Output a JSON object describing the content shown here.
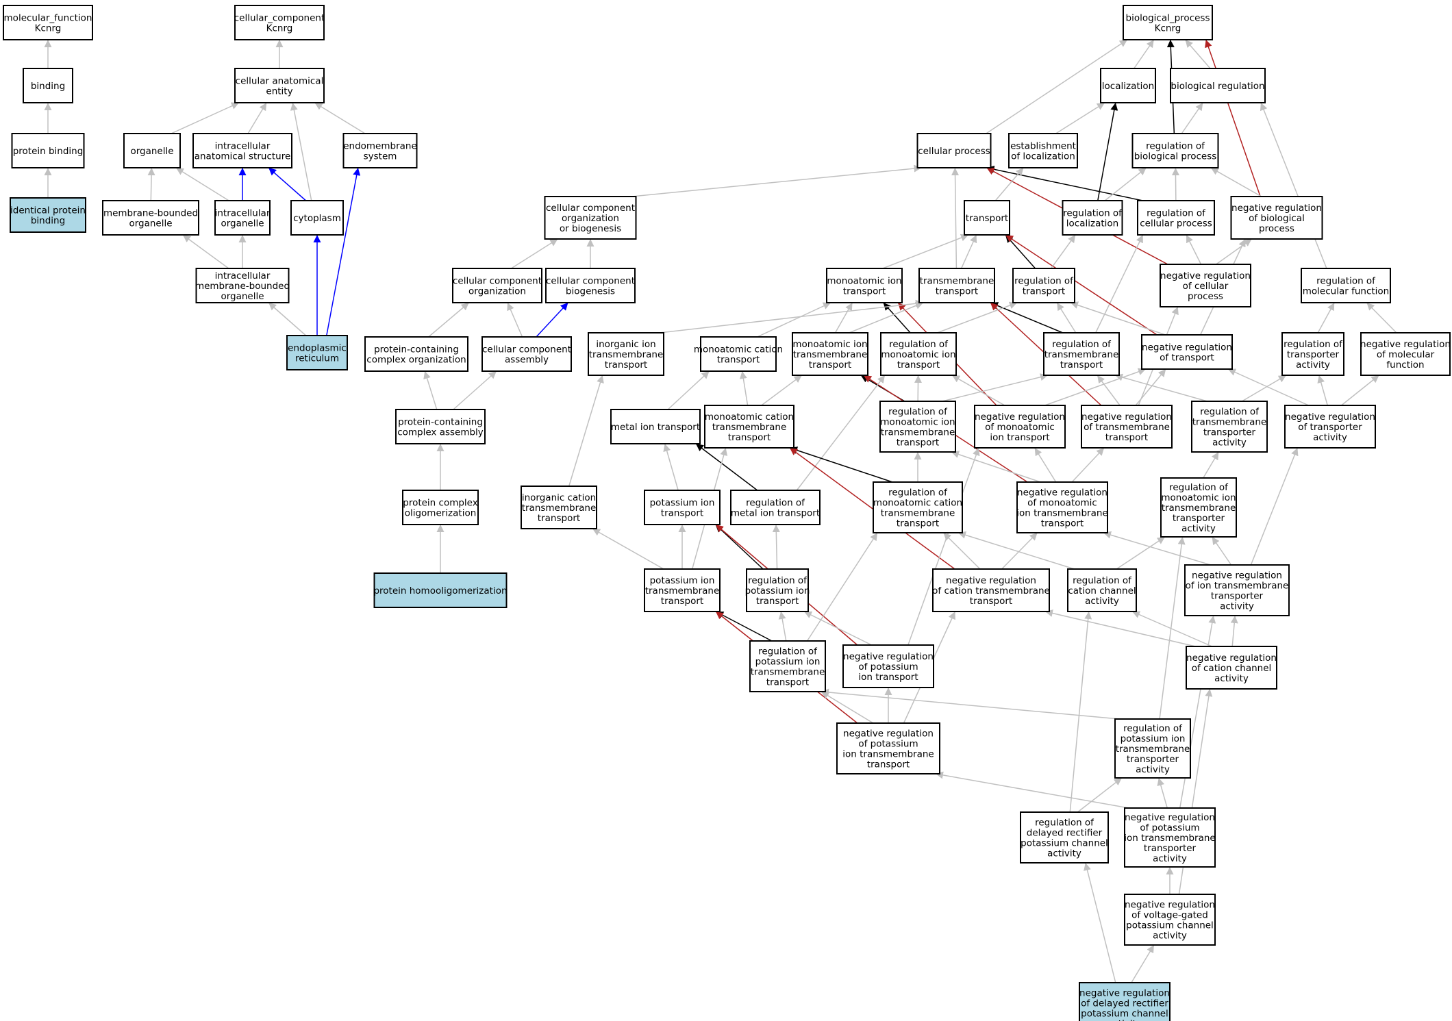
{
  "colors": {
    "default": "#c0c0c0",
    "black": "#000000",
    "blue": "#0000ff",
    "red": "#b22222",
    "highlight_fill": "#add8e6",
    "node_fill": "#ffffff"
  },
  "nodes": [
    {
      "id": "mf",
      "lines": [
        "molecular_function",
        "Kcnrg"
      ]
    },
    {
      "id": "cc",
      "lines": [
        "cellular_component",
        "Kcnrg"
      ]
    },
    {
      "id": "bp",
      "lines": [
        "biological_process",
        "Kcnrg"
      ]
    },
    {
      "id": "binding",
      "lines": [
        "binding"
      ]
    },
    {
      "id": "protbind",
      "lines": [
        "protein binding"
      ]
    },
    {
      "id": "identbind",
      "lines": [
        "identical protein",
        "binding"
      ],
      "highlight": true
    },
    {
      "id": "cae",
      "lines": [
        "cellular anatomical",
        "entity"
      ]
    },
    {
      "id": "organelle",
      "lines": [
        "organelle"
      ]
    },
    {
      "id": "ias",
      "lines": [
        "intracellular",
        "anatomical structure"
      ]
    },
    {
      "id": "endosys",
      "lines": [
        "endomembrane",
        "system"
      ]
    },
    {
      "id": "mbo",
      "lines": [
        "membrane-bounded",
        "organelle"
      ]
    },
    {
      "id": "io",
      "lines": [
        "intracellular",
        "organelle"
      ]
    },
    {
      "id": "cytoplasm",
      "lines": [
        "cytoplasm"
      ]
    },
    {
      "id": "imbo",
      "lines": [
        "intracellular",
        "membrane-bounded",
        "organelle"
      ]
    },
    {
      "id": "er",
      "lines": [
        "endoplasmic",
        "reticulum"
      ],
      "highlight": true
    },
    {
      "id": "localization",
      "lines": [
        "localization"
      ]
    },
    {
      "id": "bioreg",
      "lines": [
        "biological regulation"
      ]
    },
    {
      "id": "cellproc",
      "lines": [
        "cellular process"
      ]
    },
    {
      "id": "estloc",
      "lines": [
        "establishment",
        "of localization"
      ]
    },
    {
      "id": "regbp",
      "lines": [
        "regulation of",
        "biological process"
      ]
    },
    {
      "id": "ccob",
      "lines": [
        "cellular component",
        "organization",
        "or biogenesis"
      ]
    },
    {
      "id": "transport",
      "lines": [
        "transport"
      ]
    },
    {
      "id": "regloc",
      "lines": [
        "regulation of",
        "localization"
      ]
    },
    {
      "id": "regcp",
      "lines": [
        "regulation of",
        "cellular process"
      ]
    },
    {
      "id": "negregbp",
      "lines": [
        "negative regulation",
        "of biological",
        "process"
      ]
    },
    {
      "id": "ccorg",
      "lines": [
        "cellular component",
        "organization"
      ]
    },
    {
      "id": "ccbio",
      "lines": [
        "cellular component",
        "biogenesis"
      ]
    },
    {
      "id": "mit",
      "lines": [
        "monoatomic ion",
        "transport"
      ]
    },
    {
      "id": "tmt",
      "lines": [
        "transmembrane",
        "transport"
      ]
    },
    {
      "id": "regtrans",
      "lines": [
        "regulation of",
        "transport"
      ]
    },
    {
      "id": "negregcp",
      "lines": [
        "negative regulation",
        "of cellular",
        "process"
      ]
    },
    {
      "id": "regmf",
      "lines": [
        "regulation of",
        "molecular function"
      ]
    },
    {
      "id": "pcco",
      "lines": [
        "protein-containing",
        "complex organization"
      ]
    },
    {
      "id": "cca",
      "lines": [
        "cellular component",
        "assembly"
      ]
    },
    {
      "id": "iit",
      "lines": [
        "inorganic ion",
        "transmembrane",
        "transport"
      ]
    },
    {
      "id": "mct",
      "lines": [
        "monoatomic cation",
        "transport"
      ]
    },
    {
      "id": "mitt",
      "lines": [
        "monoatomic ion",
        "transmembrane",
        "transport"
      ]
    },
    {
      "id": "regmit",
      "lines": [
        "regulation of",
        "monoatomic ion",
        "transport"
      ]
    },
    {
      "id": "regtmt",
      "lines": [
        "regulation of",
        "transmembrane",
        "transport"
      ]
    },
    {
      "id": "negregtrans",
      "lines": [
        "negative regulation",
        "of transport"
      ]
    },
    {
      "id": "regtact",
      "lines": [
        "regulation of",
        "transporter",
        "activity"
      ]
    },
    {
      "id": "negregmf",
      "lines": [
        "negative regulation",
        "of molecular",
        "function"
      ]
    },
    {
      "id": "pcca",
      "lines": [
        "protein-containing",
        "complex assembly"
      ]
    },
    {
      "id": "metalit",
      "lines": [
        "metal ion transport"
      ]
    },
    {
      "id": "mctt",
      "lines": [
        "monoatomic cation",
        "transmembrane",
        "transport"
      ]
    },
    {
      "id": "regmitt",
      "lines": [
        "regulation of",
        "monoatomic ion",
        "transmembrane",
        "transport"
      ]
    },
    {
      "id": "negregmit",
      "lines": [
        "negative regulation",
        "of monoatomic",
        "ion transport"
      ]
    },
    {
      "id": "negregtmt",
      "lines": [
        "negative regulation",
        "of transmembrane",
        "transport"
      ]
    },
    {
      "id": "regtmta",
      "lines": [
        "regulation of",
        "transmembrane",
        "transporter",
        "activity"
      ]
    },
    {
      "id": "negregta",
      "lines": [
        "negative regulation",
        "of transporter",
        "activity"
      ]
    },
    {
      "id": "pco",
      "lines": [
        "protein complex",
        "oligomerization"
      ]
    },
    {
      "id": "ict",
      "lines": [
        "inorganic cation",
        "transmembrane",
        "transport"
      ]
    },
    {
      "id": "kit",
      "lines": [
        "potassium ion",
        "transport"
      ]
    },
    {
      "id": "regmetal",
      "lines": [
        "regulation of",
        "metal ion transport"
      ]
    },
    {
      "id": "regmctt",
      "lines": [
        "regulation of",
        "monoatomic cation",
        "transmembrane",
        "transport"
      ]
    },
    {
      "id": "negregmitt",
      "lines": [
        "negative regulation",
        "of monoatomic",
        "ion transmembrane",
        "transport"
      ]
    },
    {
      "id": "regmitta",
      "lines": [
        "regulation of",
        "monoatomic ion",
        "transmembrane",
        "transporter",
        "activity"
      ]
    },
    {
      "id": "phomo",
      "lines": [
        "protein homooligomerization"
      ],
      "highlight": true
    },
    {
      "id": "kitt",
      "lines": [
        "potassium ion",
        "transmembrane",
        "transport"
      ]
    },
    {
      "id": "regkit",
      "lines": [
        "regulation of",
        "potassium ion",
        "transport"
      ]
    },
    {
      "id": "negregctt",
      "lines": [
        "negative regulation",
        "of cation transmembrane",
        "transport"
      ]
    },
    {
      "id": "regcca",
      "lines": [
        "regulation of",
        "cation channel",
        "activity"
      ]
    },
    {
      "id": "negregitta",
      "lines": [
        "negative regulation",
        "of ion transmembrane",
        "transporter",
        "activity"
      ]
    },
    {
      "id": "regkitt",
      "lines": [
        "regulation of",
        "potassium ion",
        "transmembrane",
        "transport"
      ]
    },
    {
      "id": "negregkit",
      "lines": [
        "negative regulation",
        "of potassium",
        "ion transport"
      ]
    },
    {
      "id": "negregcca",
      "lines": [
        "negative regulation",
        "of cation channel",
        "activity"
      ]
    },
    {
      "id": "negregkitt",
      "lines": [
        "negative regulation",
        "of potassium",
        "ion transmembrane",
        "transport"
      ]
    },
    {
      "id": "regkitta",
      "lines": [
        "regulation of",
        "potassium ion",
        "transmembrane",
        "transporter",
        "activity"
      ]
    },
    {
      "id": "regdrkca",
      "lines": [
        "regulation of",
        "delayed rectifier",
        "potassium channel",
        "activity"
      ]
    },
    {
      "id": "negregkitta",
      "lines": [
        "negative regulation",
        "of potassium",
        "ion transmembrane",
        "transporter",
        "activity"
      ]
    },
    {
      "id": "negregvgkca",
      "lines": [
        "negative regulation",
        "of voltage-gated",
        "potassium channel",
        "activity"
      ]
    },
    {
      "id": "negregdrkca",
      "lines": [
        "negative regulation",
        "of delayed rectifier",
        "potassium channel",
        "activity"
      ],
      "highlight": true
    }
  ],
  "edges": [
    [
      "binding",
      "mf",
      "default"
    ],
    [
      "protbind",
      "binding",
      "default"
    ],
    [
      "identbind",
      "protbind",
      "default"
    ],
    [
      "cae",
      "cc",
      "default"
    ],
    [
      "organelle",
      "cae",
      "default"
    ],
    [
      "ias",
      "cae",
      "default"
    ],
    [
      "cytoplasm",
      "cae",
      "default"
    ],
    [
      "endosys",
      "cae",
      "default"
    ],
    [
      "mbo",
      "organelle",
      "default"
    ],
    [
      "io",
      "organelle",
      "default"
    ],
    [
      "io",
      "ias",
      "blue"
    ],
    [
      "cytoplasm",
      "ias",
      "blue"
    ],
    [
      "imbo",
      "mbo",
      "default"
    ],
    [
      "imbo",
      "io",
      "default"
    ],
    [
      "er",
      "imbo",
      "default"
    ],
    [
      "er",
      "cytoplasm",
      "blue"
    ],
    [
      "er",
      "endosys",
      "blue"
    ],
    [
      "localization",
      "bp",
      "default"
    ],
    [
      "cellproc",
      "bp",
      "default"
    ],
    [
      "bioreg",
      "bp",
      "default"
    ],
    [
      "regbp",
      "bp",
      "black"
    ],
    [
      "negregbp",
      "bp",
      "red"
    ],
    [
      "estloc",
      "localization",
      "default"
    ],
    [
      "regloc",
      "localization",
      "black"
    ],
    [
      "regbp",
      "bioreg",
      "default"
    ],
    [
      "regmf",
      "bioreg",
      "default"
    ],
    [
      "ccob",
      "cellproc",
      "default"
    ],
    [
      "tmt",
      "cellproc",
      "default"
    ],
    [
      "regcp",
      "cellproc",
      "black"
    ],
    [
      "negregcp",
      "cellproc",
      "red"
    ],
    [
      "transport",
      "estloc",
      "default"
    ],
    [
      "regloc",
      "regbp",
      "default"
    ],
    [
      "regcp",
      "regbp",
      "default"
    ],
    [
      "negregbp",
      "regbp",
      "default"
    ],
    [
      "negregcp",
      "regcp",
      "default"
    ],
    [
      "regtmt",
      "regcp",
      "default"
    ],
    [
      "negregcp",
      "negregbp",
      "default"
    ],
    [
      "negregtrans",
      "negregbp",
      "default"
    ],
    [
      "ccorg",
      "ccob",
      "default"
    ],
    [
      "ccbio",
      "ccob",
      "default"
    ],
    [
      "mit",
      "transport",
      "default"
    ],
    [
      "tmt",
      "transport",
      "default"
    ],
    [
      "regtrans",
      "transport",
      "black"
    ],
    [
      "negregtrans",
      "transport",
      "red"
    ],
    [
      "regtrans",
      "regloc",
      "default"
    ],
    [
      "pcco",
      "ccorg",
      "default"
    ],
    [
      "cca",
      "ccorg",
      "default"
    ],
    [
      "cca",
      "ccbio",
      "blue"
    ],
    [
      "mct",
      "mit",
      "default"
    ],
    [
      "mitt",
      "mit",
      "default"
    ],
    [
      "regmit",
      "mit",
      "black"
    ],
    [
      "negregmit",
      "mit",
      "red"
    ],
    [
      "mitt",
      "tmt",
      "default"
    ],
    [
      "iit",
      "tmt",
      "default"
    ],
    [
      "regtmt",
      "tmt",
      "black"
    ],
    [
      "negregtmt",
      "tmt",
      "red"
    ],
    [
      "regmit",
      "regtrans",
      "default"
    ],
    [
      "regtmt",
      "regtrans",
      "default"
    ],
    [
      "negregtrans",
      "regtrans",
      "default"
    ],
    [
      "negregtmt",
      "negregcp",
      "default"
    ],
    [
      "regtact",
      "regmf",
      "default"
    ],
    [
      "negregmf",
      "regmf",
      "default"
    ],
    [
      "pcca",
      "pcco",
      "default"
    ],
    [
      "pcca",
      "cca",
      "default"
    ],
    [
      "metalit",
      "mct",
      "default"
    ],
    [
      "mctt",
      "mct",
      "default"
    ],
    [
      "mctt",
      "mitt",
      "default"
    ],
    [
      "regmitt",
      "mitt",
      "black"
    ],
    [
      "negregmitt",
      "mitt",
      "red"
    ],
    [
      "regmitt",
      "regmit",
      "default"
    ],
    [
      "negregmit",
      "regmit",
      "default"
    ],
    [
      "regmitt",
      "regtmt",
      "default"
    ],
    [
      "negregtmt",
      "regtmt",
      "default"
    ],
    [
      "regtmta",
      "regtmt",
      "default"
    ],
    [
      "negregmit",
      "negregtrans",
      "default"
    ],
    [
      "negregtmt",
      "negregtrans",
      "default"
    ],
    [
      "regtmta",
      "regtact",
      "default"
    ],
    [
      "negregta",
      "regtact",
      "default"
    ],
    [
      "negregta",
      "negregtrans",
      "default"
    ],
    [
      "negregta",
      "negregmf",
      "default"
    ],
    [
      "pco",
      "pcca",
      "default"
    ],
    [
      "ict",
      "iit",
      "default"
    ],
    [
      "kit",
      "metalit",
      "default"
    ],
    [
      "regmetal",
      "metalit",
      "black"
    ],
    [
      "regmetal",
      "regmit",
      "default"
    ],
    [
      "kitt",
      "mctt",
      "default"
    ],
    [
      "regmctt",
      "mctt",
      "black"
    ],
    [
      "negregctt",
      "mctt",
      "red"
    ],
    [
      "regmctt",
      "regmitt",
      "default"
    ],
    [
      "negregmitt",
      "regmitt",
      "default"
    ],
    [
      "negregmitt",
      "negregmit",
      "default"
    ],
    [
      "negregmitt",
      "negregtmt",
      "default"
    ],
    [
      "regmitta",
      "regtmta",
      "default"
    ],
    [
      "negregitta",
      "negregta",
      "default"
    ],
    [
      "phomo",
      "pco",
      "default"
    ],
    [
      "kitt",
      "ict",
      "default"
    ],
    [
      "kitt",
      "kit",
      "default"
    ],
    [
      "regkit",
      "kit",
      "black"
    ],
    [
      "negregkit",
      "kit",
      "red"
    ],
    [
      "regkit",
      "regmetal",
      "default"
    ],
    [
      "negregctt",
      "regmctt",
      "default"
    ],
    [
      "regcca",
      "regmctt",
      "default"
    ],
    [
      "negregctt",
      "negregmitt",
      "default"
    ],
    [
      "negregitta",
      "negregmitt",
      "default"
    ],
    [
      "regcca",
      "regmitta",
      "default"
    ],
    [
      "negregitta",
      "regmitta",
      "default"
    ],
    [
      "regkitt",
      "kitt",
      "black"
    ],
    [
      "negregkitt",
      "kitt",
      "red"
    ],
    [
      "regkitt",
      "regkit",
      "default"
    ],
    [
      "negregkit",
      "regkit",
      "default"
    ],
    [
      "regkitt",
      "regmctt",
      "default"
    ],
    [
      "negregkit",
      "negregmit",
      "default"
    ],
    [
      "negregcca",
      "regcca",
      "default"
    ],
    [
      "negregcca",
      "negregitta",
      "default"
    ],
    [
      "negregcca",
      "negregctt",
      "default"
    ],
    [
      "negregkitt",
      "regkitt",
      "default"
    ],
    [
      "negregkitt",
      "negregkit",
      "default"
    ],
    [
      "negregkitt",
      "negregctt",
      "default"
    ],
    [
      "regkitta",
      "regkitt",
      "default"
    ],
    [
      "regkitta",
      "regmitta",
      "default"
    ],
    [
      "regdrkca",
      "regkitta",
      "default"
    ],
    [
      "regdrkca",
      "regcca",
      "default"
    ],
    [
      "negregkitta",
      "regkitta",
      "default"
    ],
    [
      "negregkitta",
      "negregitta",
      "default"
    ],
    [
      "negregkitta",
      "negregkitt",
      "default"
    ],
    [
      "negregvgkca",
      "negregkitta",
      "default"
    ],
    [
      "negregvgkca",
      "negregcca",
      "default"
    ],
    [
      "negregdrkca",
      "negregvgkca",
      "default"
    ],
    [
      "negregdrkca",
      "regdrkca",
      "default"
    ]
  ]
}
